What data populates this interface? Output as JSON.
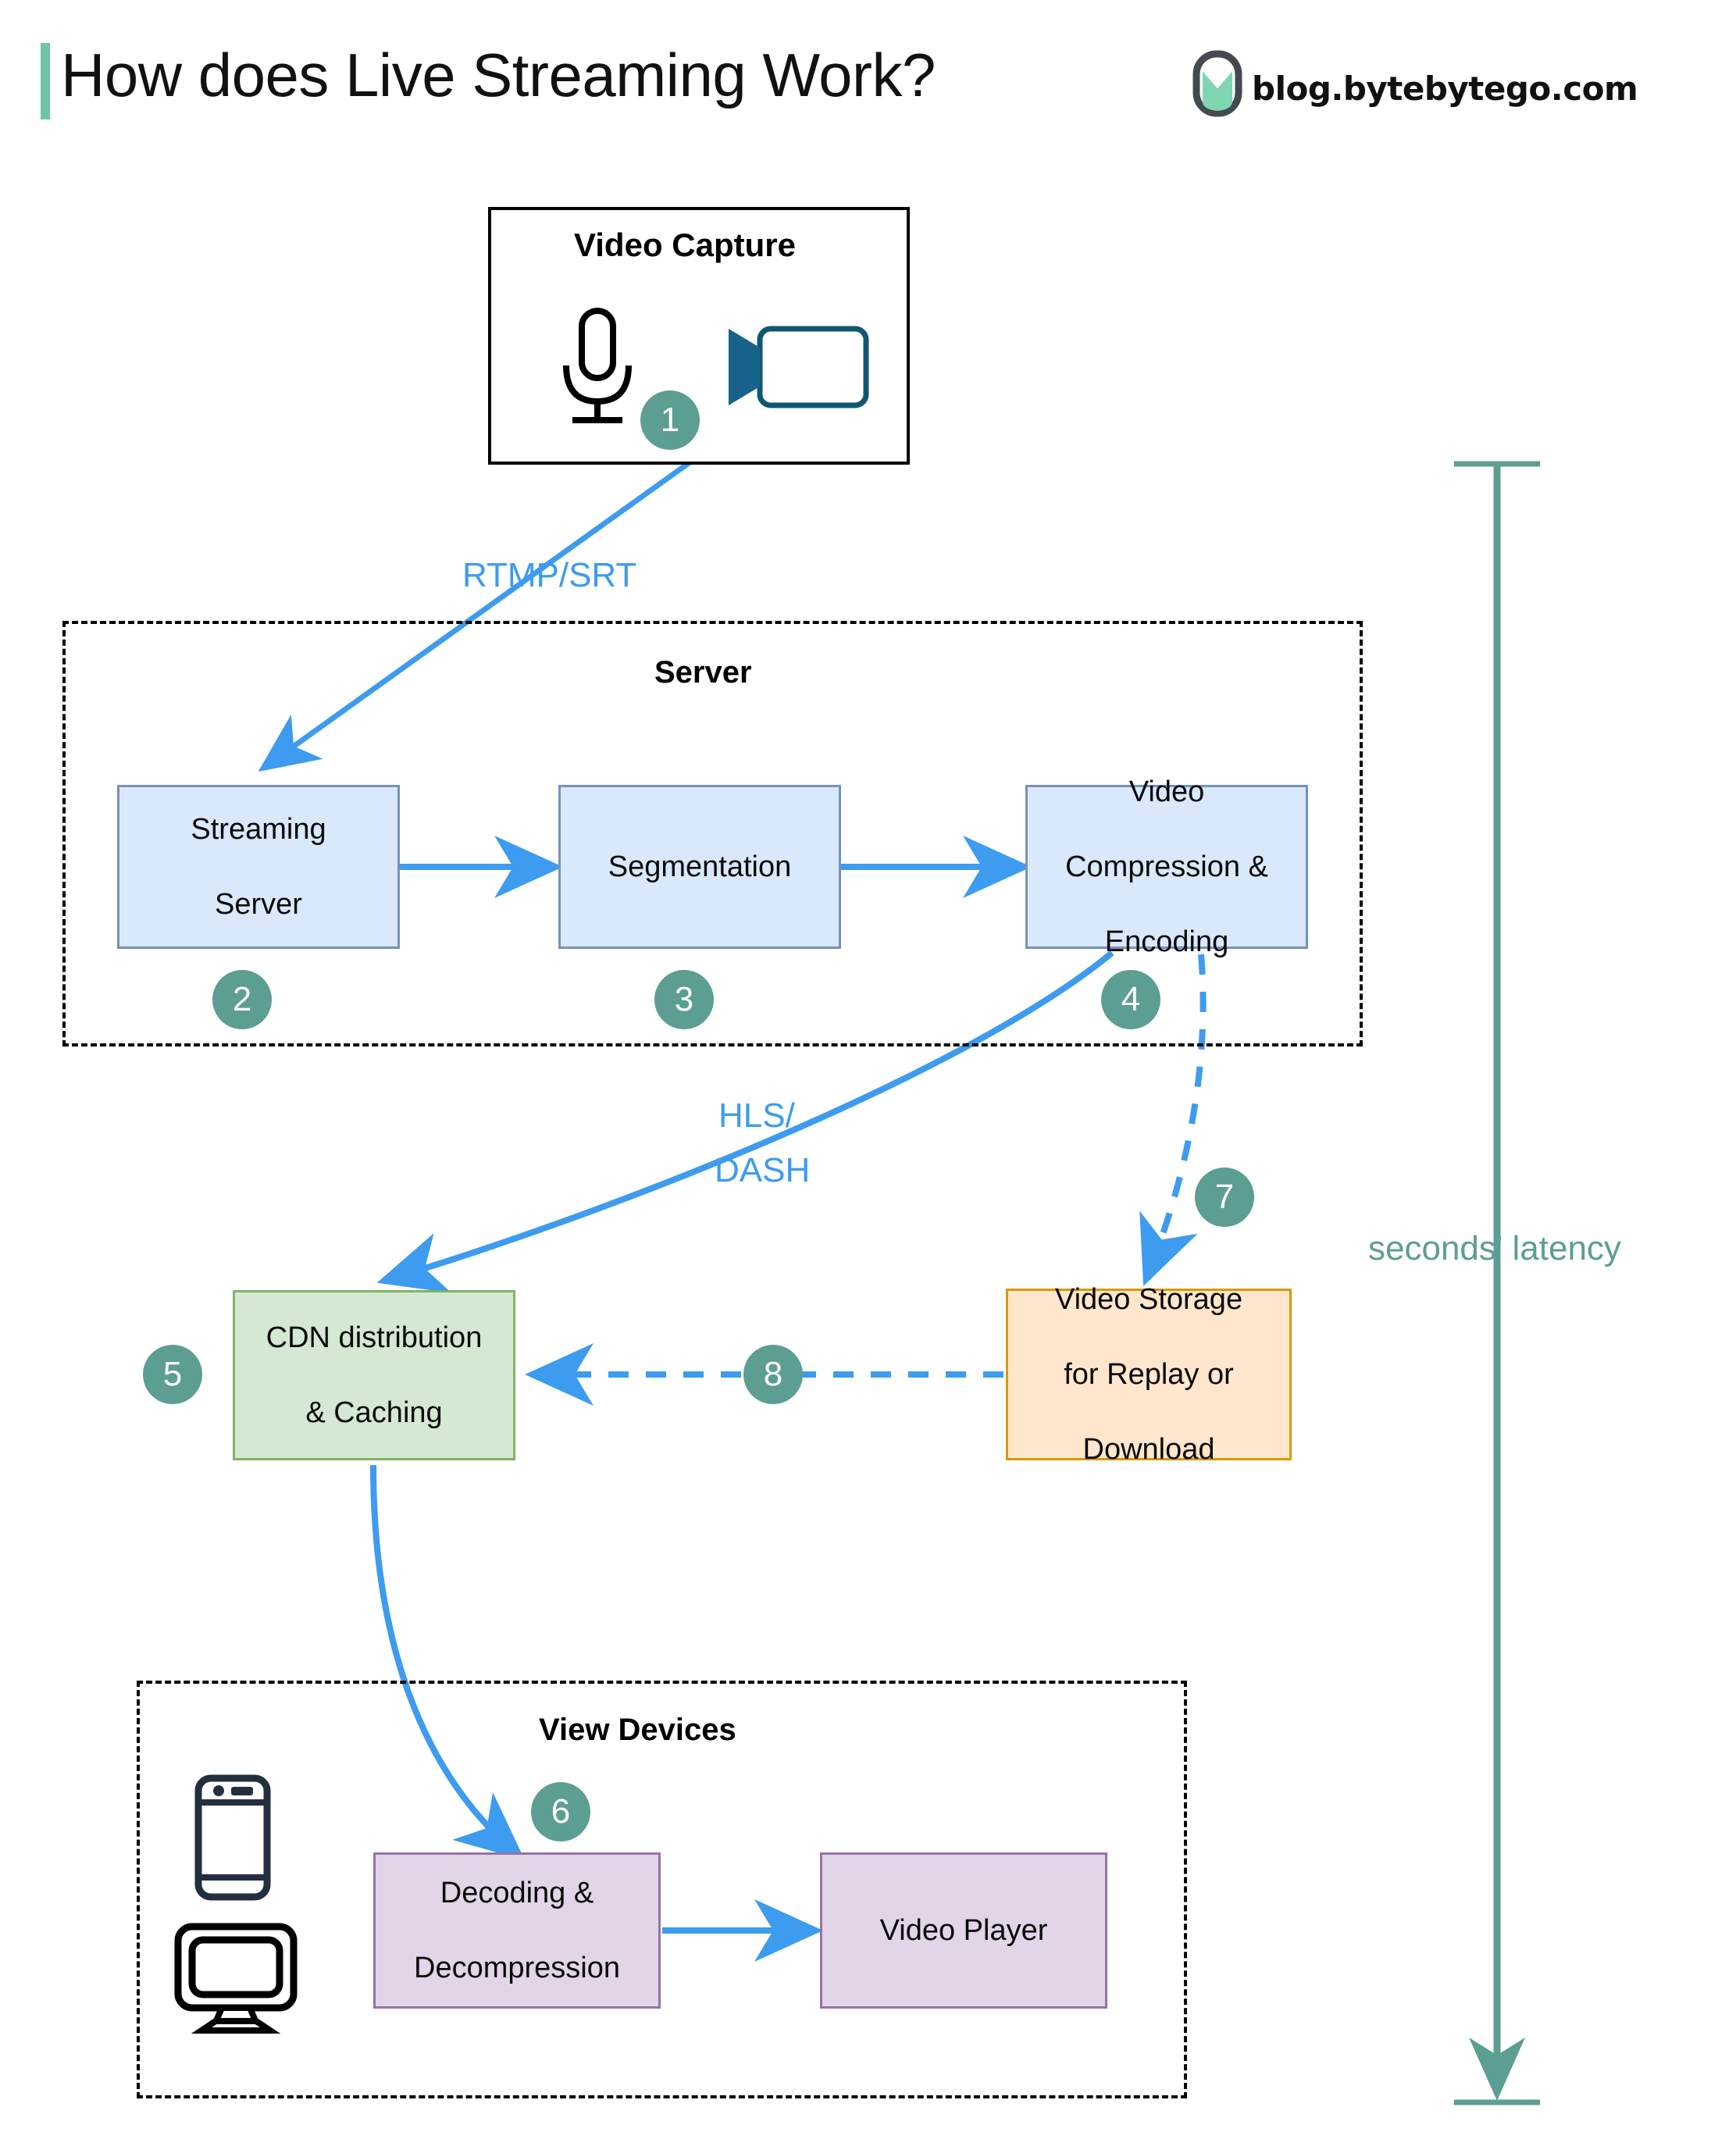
{
  "header": {
    "title": "How does Live Streaming Work?",
    "brand": "blog.bytebytego.com",
    "logo_icon": "bytebytego-logo-icon",
    "accent_color": "#70c4a6"
  },
  "colors": {
    "badge": "#5c9e92",
    "arrow_blue": "#3d9bf0",
    "box_blue_fill": "#dae8fc",
    "box_blue_border": "#7792ba",
    "box_green_fill": "#d5e8d4",
    "box_green_border": "#82b366",
    "box_orange_fill": "#ffe6cc",
    "box_orange_border": "#d79b00",
    "box_purple_fill": "#e1d5e7",
    "box_purple_border": "#9673a6",
    "latency_teal": "#5c9e92"
  },
  "capture": {
    "title": "Video Capture",
    "mic_icon": "microphone-icon",
    "camera_icon": "video-camera-icon",
    "step": "1"
  },
  "server": {
    "title": "Server",
    "nodes": [
      {
        "label": "Streaming\nServer",
        "line1": "Streaming",
        "line2": "Server",
        "step": "2"
      },
      {
        "label": "Segmentation",
        "line1": "Segmentation",
        "line2": "",
        "step": "3"
      },
      {
        "label": "Video Compression & Encoding",
        "line1": "Video",
        "line2": "Compression &",
        "line3": "Encoding",
        "step": "4"
      }
    ]
  },
  "cdn": {
    "line1": "CDN distribution",
    "line2": "& Caching",
    "step": "5"
  },
  "storage": {
    "line1": "Video Storage",
    "line2": "for Replay or",
    "line3": "Download",
    "step_in": "7",
    "step_out": "8"
  },
  "view_devices": {
    "title": "View Devices",
    "phone_icon": "mobile-phone-icon",
    "monitor_icon": "desktop-monitor-icon",
    "decode": {
      "line1": "Decoding &",
      "line2": "Decompression",
      "step": "6"
    },
    "player": {
      "label": "Video Player"
    }
  },
  "edges": {
    "rtmp": "RTMP/SRT",
    "hls_line1": "HLS/",
    "hls_line2": "DASH"
  },
  "latency": {
    "label": "seconds' latency"
  }
}
